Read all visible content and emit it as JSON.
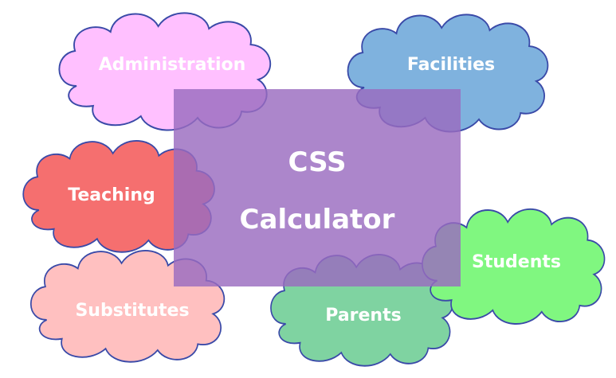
{
  "center": {
    "line1": "CSS",
    "line2": "Calculator",
    "color": "#9a6bbf"
  },
  "clouds": [
    {
      "id": "administration",
      "label": "Administration",
      "color": "#ffc0ff"
    },
    {
      "id": "facilities",
      "label": "Facilities",
      "color": "#7fb2de"
    },
    {
      "id": "teaching",
      "label": "Teaching",
      "color": "#f56f6f"
    },
    {
      "id": "substitutes",
      "label": "Substitutes",
      "color": "#ffc0c0"
    },
    {
      "id": "parents",
      "label": "Parents",
      "color": "#7fd3a1"
    },
    {
      "id": "students",
      "label": "Students",
      "color": "#80f780"
    }
  ],
  "outline_color": "#3a4aa8"
}
